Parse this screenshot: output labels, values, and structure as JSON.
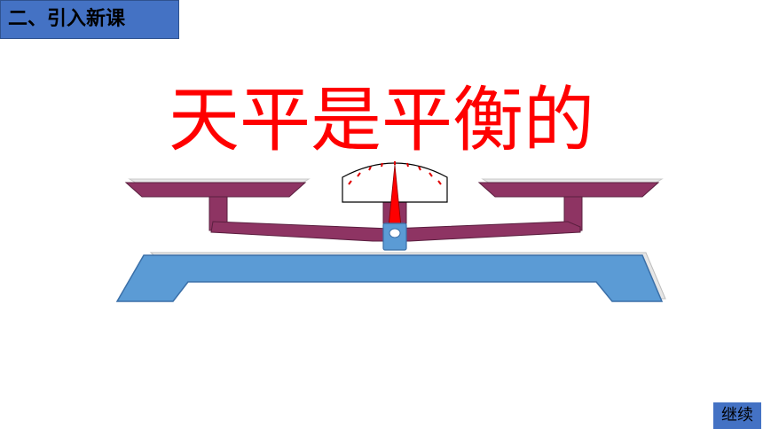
{
  "section": {
    "label": "二、引入新课"
  },
  "title": {
    "text": "天平是平衡的"
  },
  "figure": {
    "icon": "balance-scale-icon",
    "state": "balanced",
    "colors": {
      "beam": "#8e3463",
      "base": "#5b9bd5",
      "needle": "#ff0000",
      "dial_ticks": "#e00000"
    }
  },
  "controls": {
    "continue_label": "继续"
  },
  "colors": {
    "accent": "#4472c4",
    "title": "#ff0000"
  }
}
